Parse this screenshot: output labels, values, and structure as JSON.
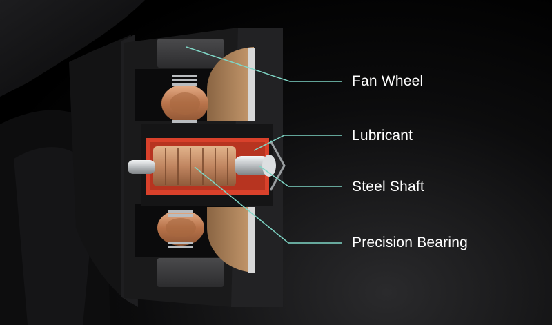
{
  "callouts": [
    {
      "id": "fan-wheel",
      "text": "Fan Wheel"
    },
    {
      "id": "lubricant",
      "text": "Lubricant"
    },
    {
      "id": "steel-shaft",
      "text": "Steel Shaft"
    },
    {
      "id": "precision-bearing",
      "text": "Precision Bearing"
    }
  ],
  "colors": {
    "leader_line": "#7fd6c6",
    "label_text": "#ffffff",
    "housing": "#1b1b1c",
    "copper": "#c4875e",
    "bronze_disc": "#b48a62",
    "steel": "#cfd2d4",
    "lubricant_red": "#d9412b"
  }
}
